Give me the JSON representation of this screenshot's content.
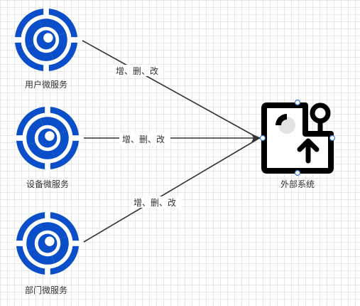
{
  "nodes": {
    "user_service": {
      "label": "用户微服务",
      "icon": "swirl-service-icon"
    },
    "device_service": {
      "label": "设备微服务",
      "icon": "swirl-service-icon"
    },
    "dept_service": {
      "label": "部门微服务",
      "icon": "swirl-service-icon"
    },
    "external_system": {
      "label": "外部系统",
      "icon": "external-system-icon"
    }
  },
  "edges": [
    {
      "from": "用户微服务",
      "to": "外部系统",
      "label": "增、删、改"
    },
    {
      "from": "设备微服务",
      "to": "外部系统",
      "label": "增、删、改"
    },
    {
      "from": "部门微服务",
      "to": "外部系统",
      "label": "增、删、改"
    }
  ],
  "colors": {
    "service_icon": "#0a4fc9",
    "edge": "#333333",
    "external_icon": "#000000",
    "selection_handle": "#3a7bd5"
  }
}
